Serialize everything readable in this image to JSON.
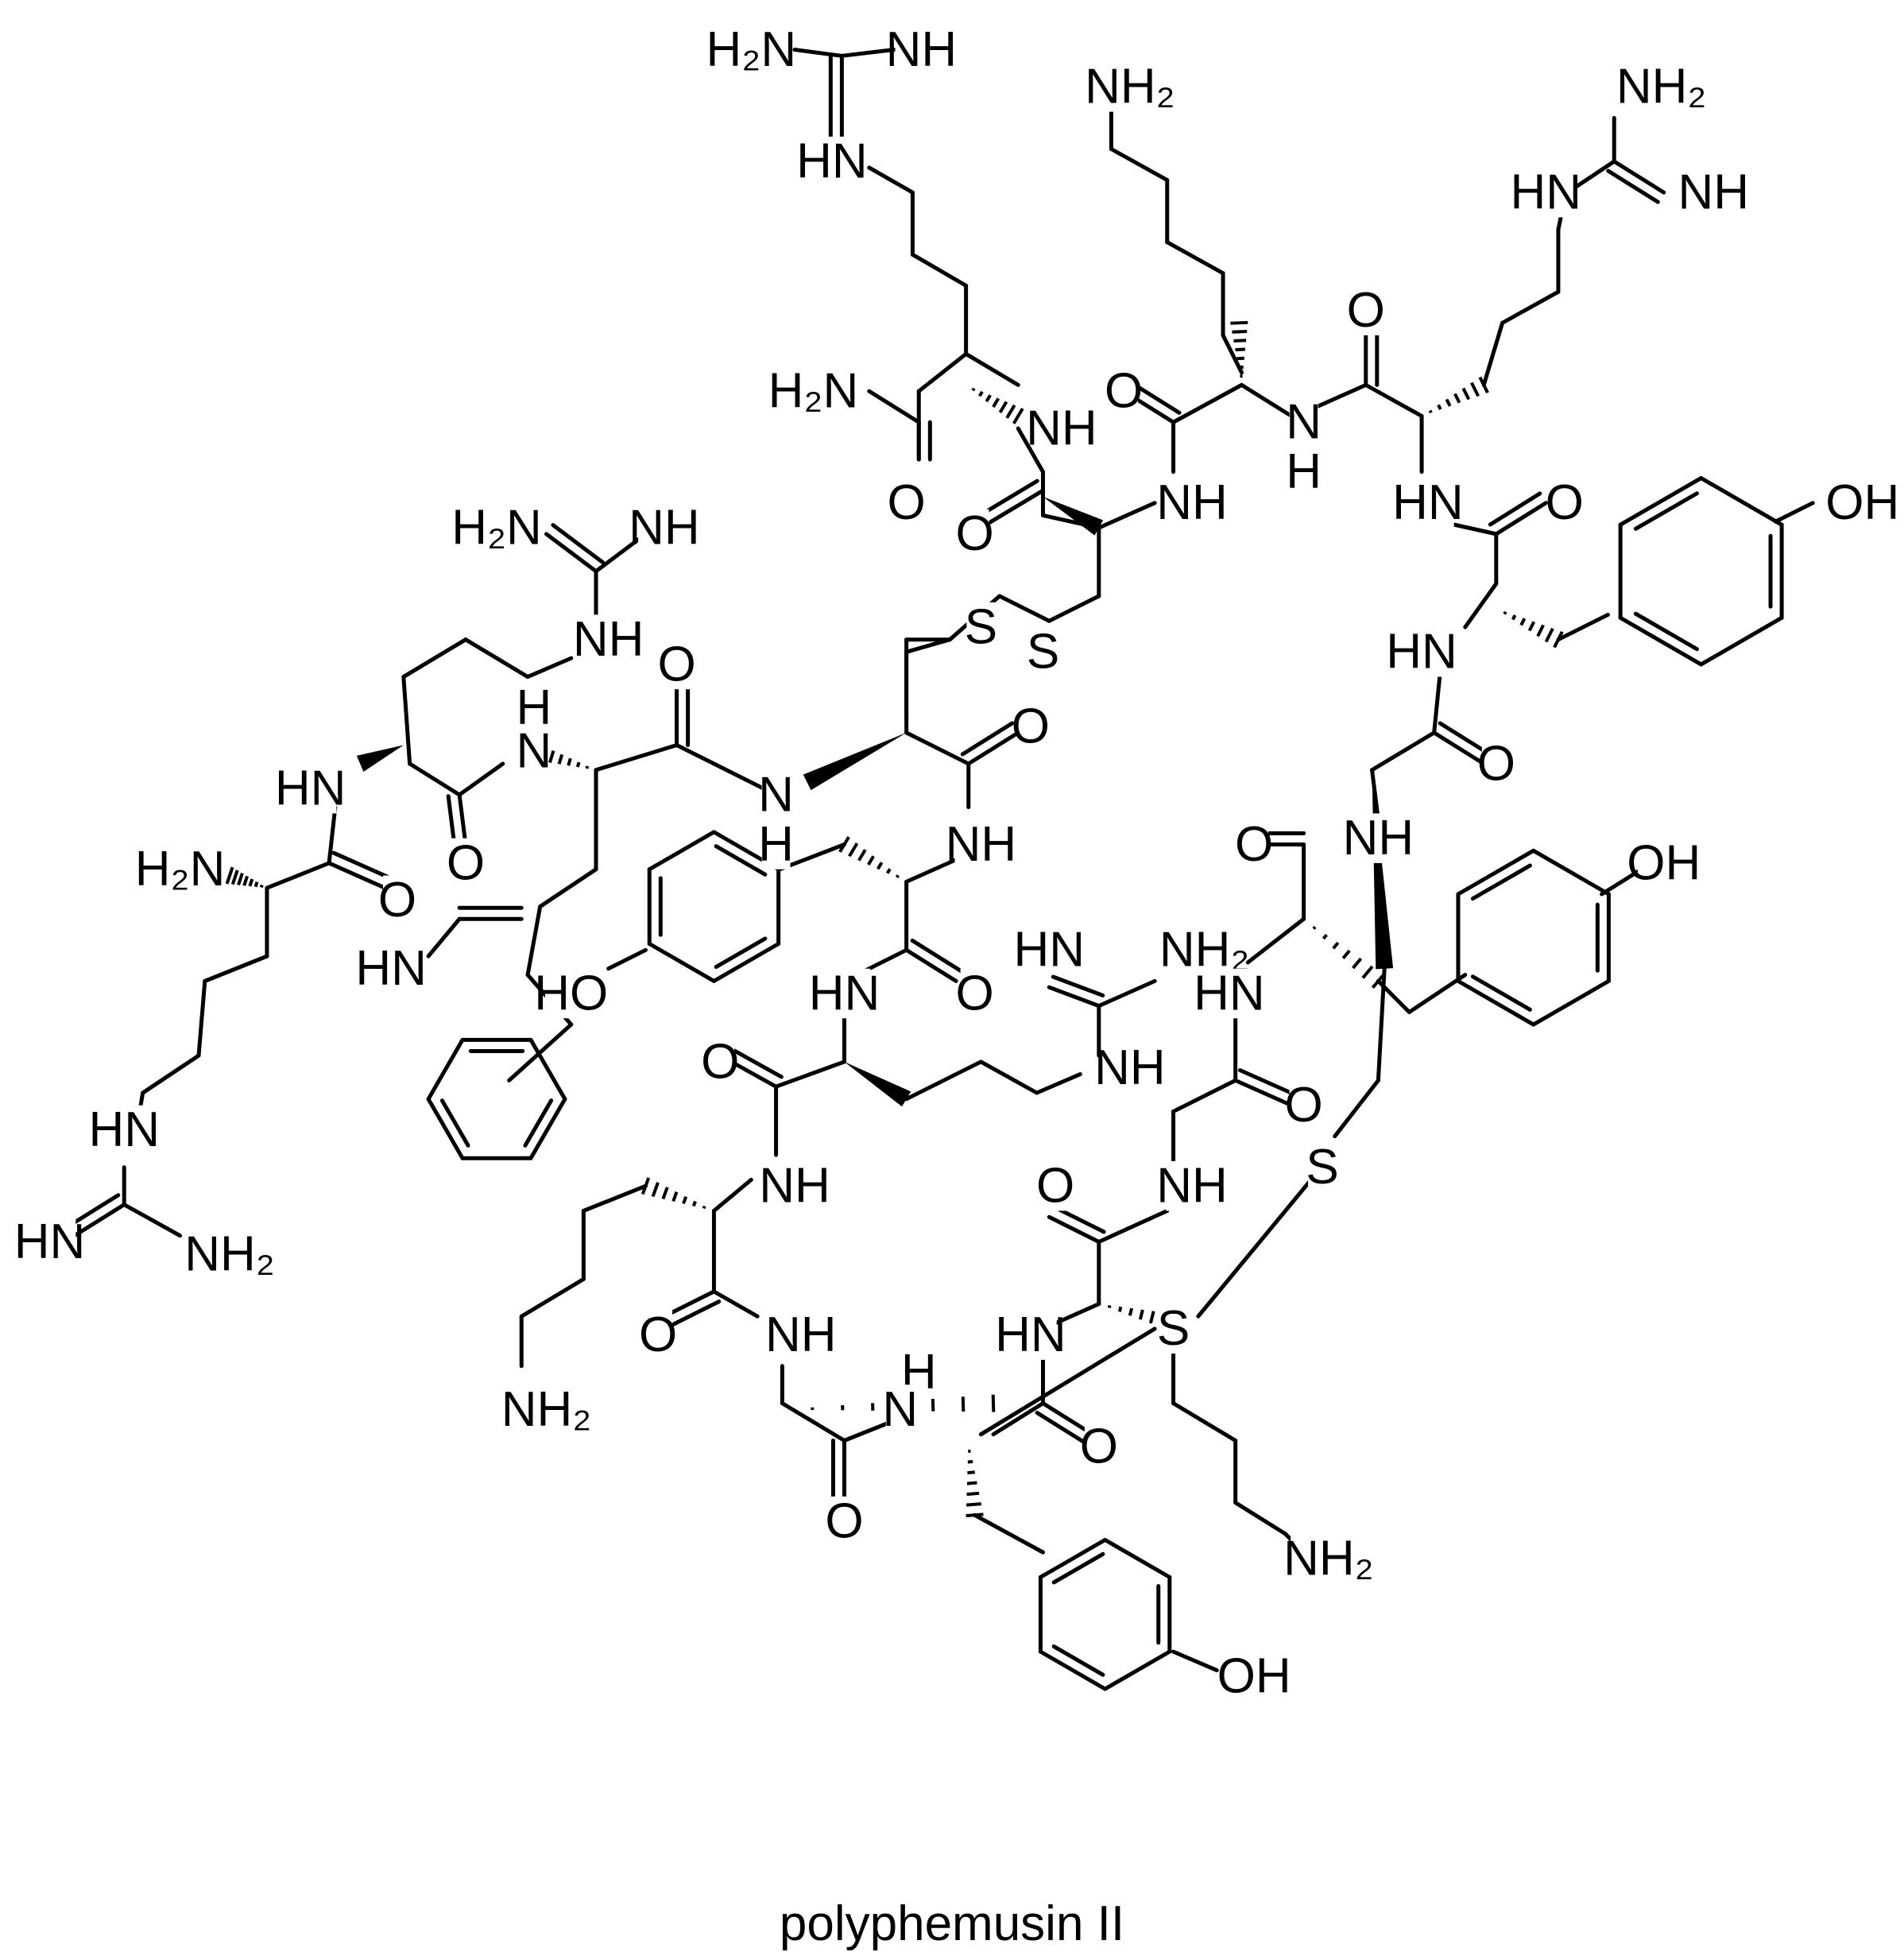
{
  "caption": "polyphemusin II",
  "atom_labels": {
    "H2N": "H₂N",
    "NH2": "NH₂",
    "NH": "NH",
    "HN": "HN",
    "N": "N",
    "H": "H",
    "O": "O",
    "S": "S",
    "OH": "OH",
    "HO": "HO"
  }
}
